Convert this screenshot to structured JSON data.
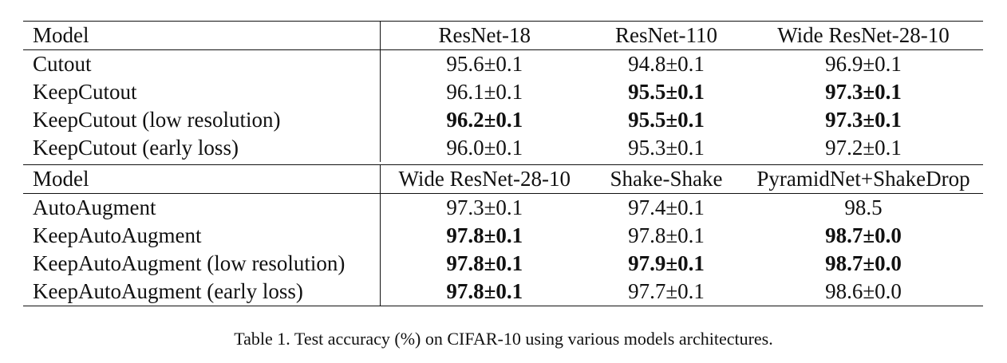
{
  "table": {
    "sections": [
      {
        "header": [
          "Model",
          "ResNet-18",
          "ResNet-110",
          "Wide ResNet-28-10"
        ],
        "rows": [
          {
            "model": "Cutout",
            "cells": [
              {
                "text": "95.6±0.1",
                "bold": false
              },
              {
                "text": "94.8±0.1",
                "bold": false
              },
              {
                "text": "96.9±0.1",
                "bold": false
              }
            ]
          },
          {
            "model": "KeepCutout",
            "cells": [
              {
                "text": "96.1±0.1",
                "bold": false
              },
              {
                "text": "95.5±0.1",
                "bold": true
              },
              {
                "text": "97.3±0.1",
                "bold": true
              }
            ]
          },
          {
            "model": "KeepCutout (low resolution)",
            "cells": [
              {
                "text": "96.2±0.1",
                "bold": true
              },
              {
                "text": "95.5±0.1",
                "bold": true
              },
              {
                "text": "97.3±0.1",
                "bold": true
              }
            ]
          },
          {
            "model": "KeepCutout (early loss)",
            "cells": [
              {
                "text": "96.0±0.1",
                "bold": false
              },
              {
                "text": "95.3±0.1",
                "bold": false
              },
              {
                "text": "97.2±0.1",
                "bold": false
              }
            ]
          }
        ]
      },
      {
        "header": [
          "Model",
          "Wide ResNet-28-10",
          "Shake-Shake",
          "PyramidNet+ShakeDrop"
        ],
        "rows": [
          {
            "model": "AutoAugment",
            "cells": [
              {
                "text": "97.3±0.1",
                "bold": false
              },
              {
                "text": "97.4±0.1",
                "bold": false
              },
              {
                "text": "98.5",
                "bold": false
              }
            ]
          },
          {
            "model": "KeepAutoAugment",
            "cells": [
              {
                "text": "97.8±0.1",
                "bold": true
              },
              {
                "text": "97.8±0.1",
                "bold": false
              },
              {
                "text": "98.7±0.0",
                "bold": true
              }
            ]
          },
          {
            "model": "KeepAutoAugment (low resolution)",
            "cells": [
              {
                "text": "97.8±0.1",
                "bold": true
              },
              {
                "text": "97.9±0.1",
                "bold": true
              },
              {
                "text": "98.7±0.0",
                "bold": true
              }
            ]
          },
          {
            "model": "KeepAutoAugment (early loss)",
            "cells": [
              {
                "text": "97.8±0.1",
                "bold": true
              },
              {
                "text": "97.7±0.1",
                "bold": false
              },
              {
                "text": "98.6±0.0",
                "bold": false
              }
            ]
          }
        ]
      }
    ]
  },
  "caption": "Table 1. Test accuracy (%) on CIFAR-10 using various models architectures."
}
